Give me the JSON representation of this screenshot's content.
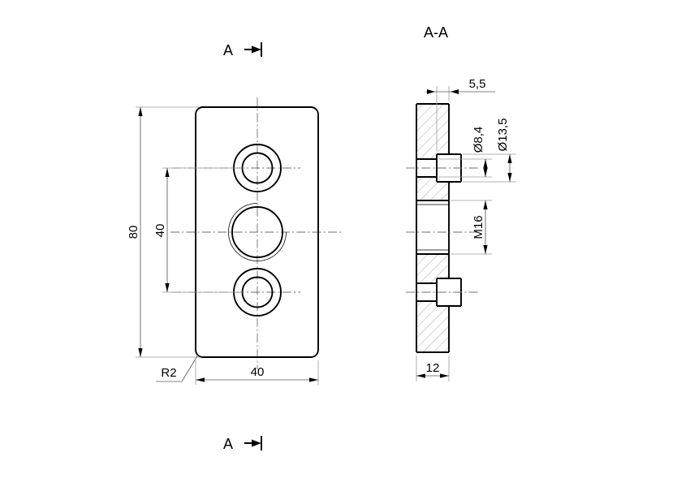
{
  "drawing": {
    "title_view_front": "A",
    "title_view_section": "A-A",
    "section_marker_top": "A",
    "section_marker_bottom": "A",
    "front_view": {
      "dim_height": "80",
      "dim_hole_spacing": "40",
      "dim_width": "40",
      "dim_radius": "R2"
    },
    "section_view": {
      "label": "A-A",
      "dim_counterbore_depth": "5,5",
      "dim_through_hole": "Ø8,4",
      "dim_counterbore_dia": "Ø13,5",
      "dim_thread": "M16",
      "dim_thickness": "12"
    },
    "colors": {
      "line": "#000000",
      "dimension": "#5a5a5a",
      "hatch": "#8c8c8c",
      "center": "#6e6e6e",
      "background": "#ffffff"
    }
  }
}
